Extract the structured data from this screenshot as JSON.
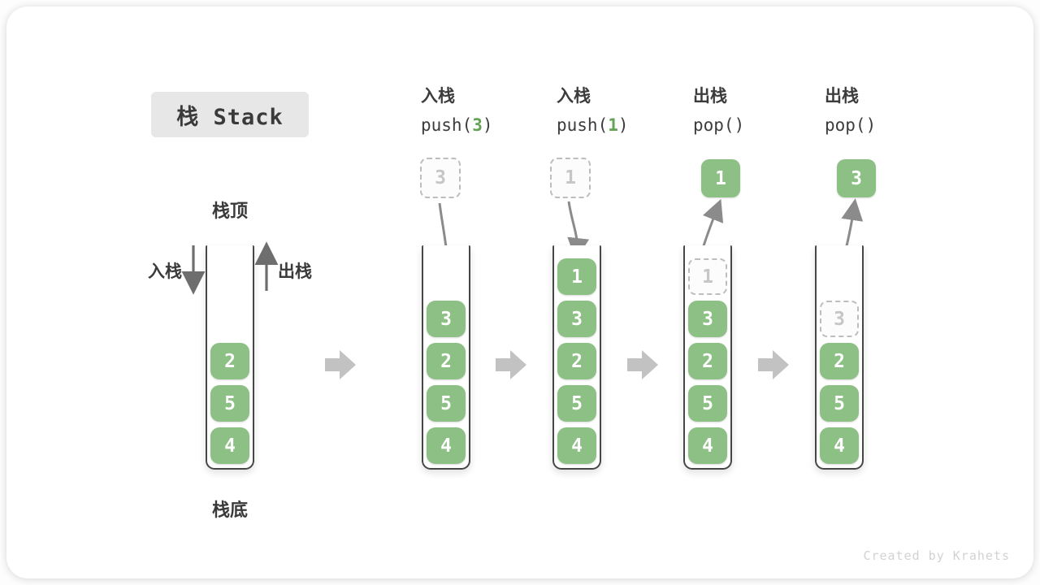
{
  "title": "栈 Stack",
  "watermark": "Created by Krahets",
  "side_labels": {
    "stack_top": "栈顶",
    "stack_bottom": "栈底",
    "push": "入栈",
    "pop": "出栈"
  },
  "operations": [
    {
      "name": "入栈",
      "fn": "push(",
      "arg": "3",
      "close": ")"
    },
    {
      "name": "入栈",
      "fn": "push(",
      "arg": "1",
      "close": ")"
    },
    {
      "name": "出栈",
      "fn": "pop(",
      "arg": "",
      "close": ")"
    },
    {
      "name": "出栈",
      "fn": "pop(",
      "arg": "",
      "close": ")"
    }
  ],
  "stacks": [
    {
      "items": [
        {
          "v": "2"
        },
        {
          "v": "5"
        },
        {
          "v": "4"
        }
      ]
    },
    {
      "float": {
        "v": "3",
        "style": "ghost"
      },
      "items": [
        {
          "v": "3"
        },
        {
          "v": "2"
        },
        {
          "v": "5"
        },
        {
          "v": "4"
        }
      ]
    },
    {
      "float": {
        "v": "1",
        "style": "ghost"
      },
      "items": [
        {
          "v": "1"
        },
        {
          "v": "3"
        },
        {
          "v": "2"
        },
        {
          "v": "5"
        },
        {
          "v": "4"
        }
      ]
    },
    {
      "float": {
        "v": "1",
        "style": "solid"
      },
      "items": [
        {
          "v": "1",
          "ghost": true
        },
        {
          "v": "3"
        },
        {
          "v": "2"
        },
        {
          "v": "5"
        },
        {
          "v": "4"
        }
      ]
    },
    {
      "float": {
        "v": "3",
        "style": "solid"
      },
      "items": [
        {
          "v": "3",
          "ghost": true
        },
        {
          "v": "2"
        },
        {
          "v": "5"
        },
        {
          "v": "4"
        }
      ]
    }
  ],
  "colors": {
    "box_green": "#8dc084",
    "box_text": "#ffffff",
    "code_arg_green": "#63a356",
    "ghost_border": "#bdbdbd",
    "ghost_text": "#c6c6c6",
    "wall_dark": "#474747",
    "curved_arrow_gray": "#8b8b8b",
    "straight_arrow_gray": "#6e6e6e",
    "block_arrow_gray": "#c2c2c2",
    "text_dark": "#3c3c3c",
    "title_bg": "#e7e7e7",
    "watermark_gray": "#d2d2d2"
  }
}
